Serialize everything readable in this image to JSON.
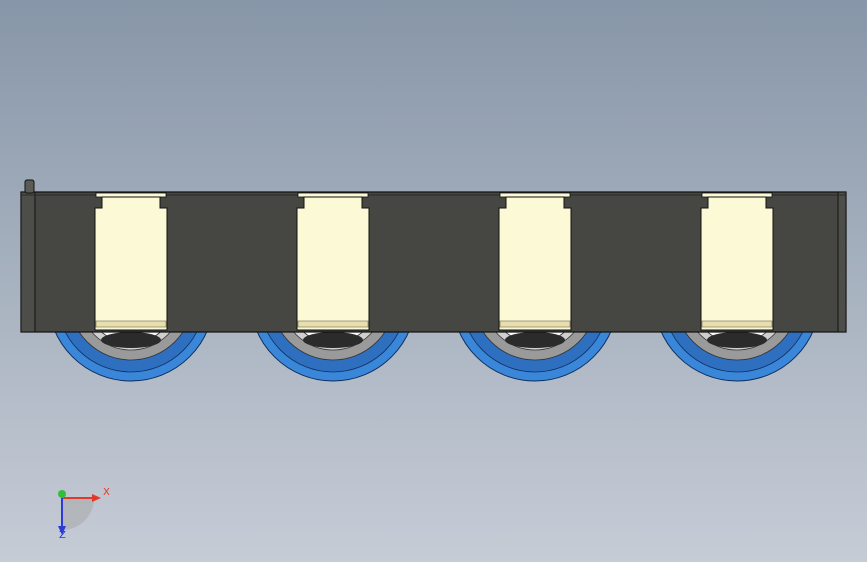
{
  "viewport": {
    "background_top": "#8796a8",
    "background_bottom": "#c6ccd6"
  },
  "model": {
    "body_color": "#464643",
    "outline_color": "#111111",
    "bearing_block_color": "#fbf9d6",
    "wheel_tread_color": "#3a86d8",
    "wheel_hub_color": "#9a9a9a",
    "wheel_count": 4
  },
  "triad": {
    "x_label": "X",
    "z_label": "Z",
    "x_color": "#e23a2a",
    "y_color": "#2fbf3a",
    "z_color": "#2a3bd6"
  }
}
